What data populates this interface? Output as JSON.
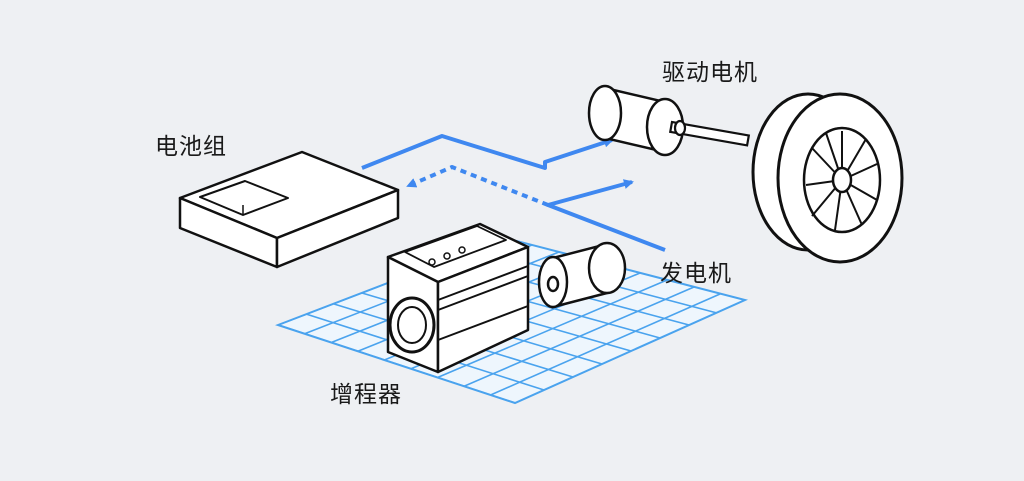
{
  "labels": {
    "battery": "电池组",
    "drive_motor": "驱动电机",
    "generator": "发电机",
    "range_extender": "增程器"
  },
  "colors": {
    "background": "#eef0f3",
    "flow_line": "#3f88f0",
    "grid": "#4aa3ee",
    "outline": "#111111",
    "fill": "#ffffff"
  }
}
